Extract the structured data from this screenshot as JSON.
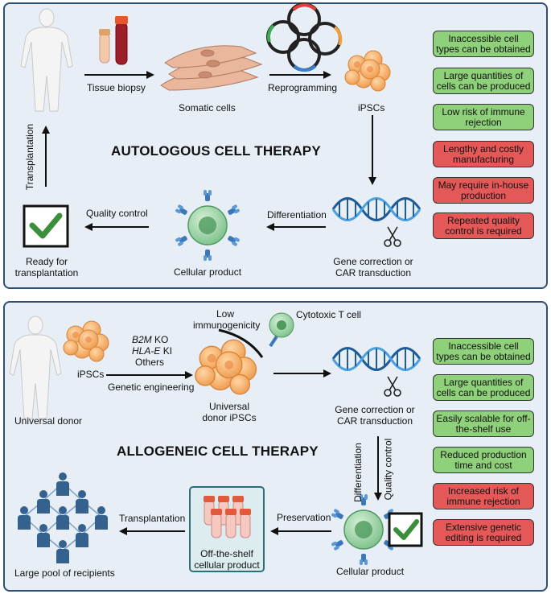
{
  "autologous": {
    "title": "AUTOLOGOUS CELL THERAPY",
    "steps": {
      "tissue_biopsy": "Tissue biopsy",
      "somatic_cells": "Somatic cells",
      "reprogramming": "Reprogramming",
      "ipscs": "iPSCs",
      "transplantation": "Transplantation",
      "quality_control": "Quality control",
      "differentiation": "Differentiation",
      "ready": "Ready for transplantation",
      "cellular_product": "Cellular product",
      "gene_correction": "Gene correction or CAR transduction"
    },
    "advantages": [
      "Inaccessible cell types can be obtained",
      "Large quantities of cells can be produced",
      "Low risk of immune rejection"
    ],
    "disadvantages": [
      "Lengthy and costly manufacturing",
      "May require in-house production",
      "Repeated quality control is required"
    ]
  },
  "allogeneic": {
    "title": "ALLOGENEIC CELL THERAPY",
    "steps": {
      "universal_donor": "Universal donor",
      "ipscs": "iPSCs",
      "edit_b2m_gene": "B2M",
      "edit_b2m_op": "KO",
      "edit_hla_gene": "HLA-E",
      "edit_hla_op": "KI",
      "edit_others": "Others",
      "genetic_engineering": "Genetic engineering",
      "low_immunogenicity": "Low immunogenicity",
      "cytotoxic_t_cell": "Cytotoxic T cell",
      "universal_ipscs": "Universal donor iPSCs",
      "gene_correction": "Gene correction or CAR transduction",
      "differentiation": "Differentiation",
      "quality_control": "Quality control",
      "preservation": "Preservation",
      "transplantation": "Transplantation",
      "off_the_shelf": "Off-the-shelf cellular product",
      "cellular_product": "Cellular product",
      "recipients": "Large pool of recipients"
    },
    "advantages": [
      "Inaccessible cell types can be obtained",
      "Large quantities of cells can be produced",
      "Easily scalable for off-the-shelf use",
      "Reduced production time and cost"
    ],
    "disadvantages": [
      "Increased risk of immune rejection",
      "Extensive genetic editing is required"
    ]
  },
  "colors": {
    "panel_bg": "#e7eef6",
    "panel_border": "#2f4f74",
    "advantage": "#8fd17a",
    "disadvantage": "#e45858",
    "check": "#3b8e3a",
    "ipsc": "#f0a35a",
    "product": "#8fcf9a"
  }
}
